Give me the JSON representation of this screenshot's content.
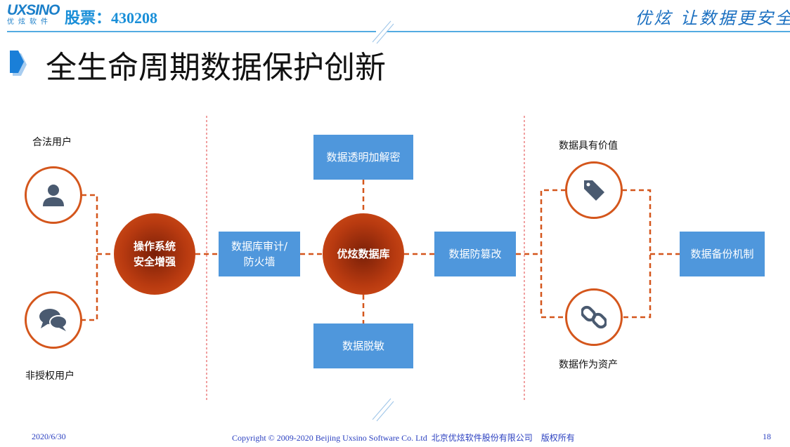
{
  "header": {
    "logo_en": "UXSINO",
    "logo_cn": "优炫软件",
    "stock": "股票：430208",
    "slogan": "优炫  让数据更安全"
  },
  "title": "全生命周期数据保护创新",
  "diagram": {
    "legit_user": "合法用户",
    "unauth_user": "非授权用户",
    "os_security": [
      "操作系统",
      "安全增强"
    ],
    "audit_box": [
      "数据库审计/",
      "防火墙"
    ],
    "core_db": "优炫数据库",
    "encrypt_box": "数据透明加解密",
    "mask_box": "数据脱敏",
    "tamper_box": "数据防篡改",
    "value_label": "数据具有价值",
    "asset_label": "数据作为资产",
    "backup_box": "数据备份机制"
  },
  "footer": {
    "date": "2020/6/30",
    "copyright": "Copyright © 2009-2020 Beijing Uxsino Software Co. Ltd  北京优炫软件股份有限公司    版权所有",
    "page": "18"
  },
  "colors": {
    "accent_blue": "#4f97dc",
    "orange": "#d4561c",
    "header_blue": "#1a8fd8"
  }
}
